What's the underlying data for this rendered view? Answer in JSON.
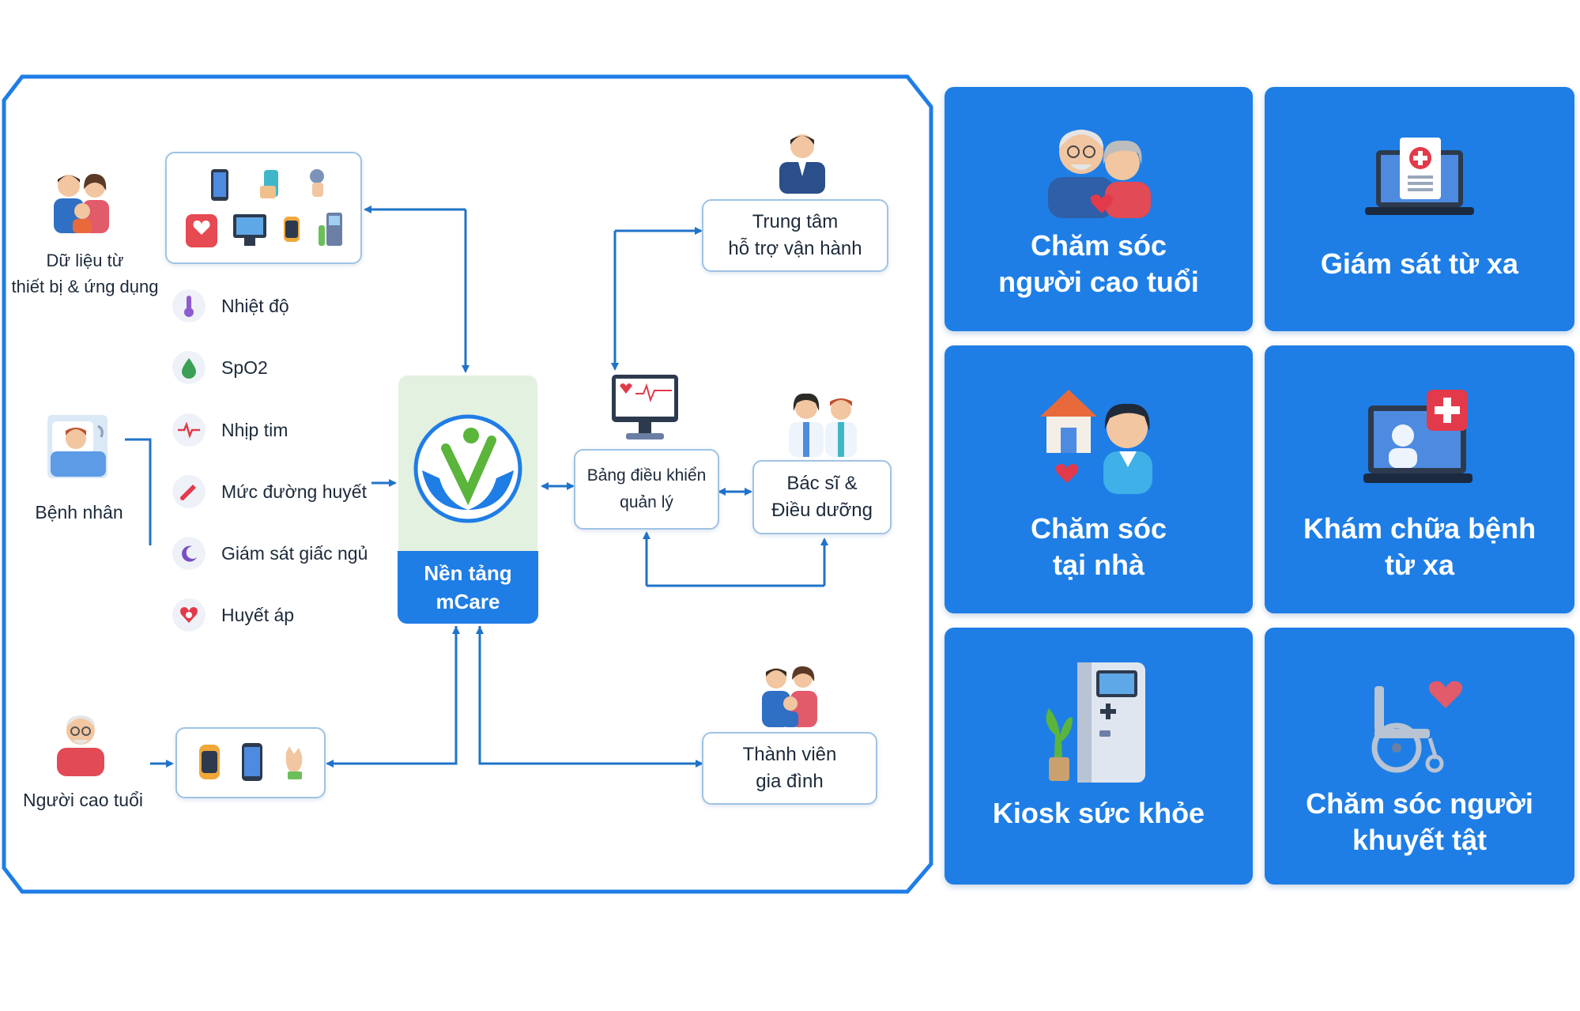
{
  "left_panel": {
    "device_data_label": "Dữ liệu từ\nthiết bị & ứng dụng",
    "patient_label": "Bệnh nhân",
    "elderly_label": "Người cao tuổi",
    "metrics": [
      {
        "label": "Nhiệt độ",
        "icon": "thermometer-icon"
      },
      {
        "label": "SpO2",
        "icon": "drop-icon"
      },
      {
        "label": "Nhịp tim",
        "icon": "heartbeat-icon"
      },
      {
        "label": "Mức đường huyết",
        "icon": "glucose-pen-icon"
      },
      {
        "label": "Giám sát giấc ngủ",
        "icon": "moon-icon"
      },
      {
        "label": "Huyết áp",
        "icon": "blood-pressure-icon"
      }
    ],
    "platform": {
      "line1": "Nền tảng",
      "line2": "mCare"
    },
    "ops_center": {
      "line1": "Trung tâm",
      "line2": "hỗ trợ vận hành"
    },
    "dashboard": {
      "line1": "Bảng điều khiển",
      "line2": "quản lý"
    },
    "doctors": {
      "line1": "Bác sĩ &",
      "line2": "Điều dưỡng"
    },
    "family": {
      "line1": "Thành viên",
      "line2": "gia đình"
    }
  },
  "services": [
    {
      "line1": "Chăm sóc",
      "line2": "người cao tuổi",
      "icon": "elderly-couple-icon"
    },
    {
      "line1": "Giám sát từ xa",
      "line2": "",
      "icon": "laptop-medical-icon"
    },
    {
      "line1": "Chăm sóc",
      "line2": "tại nhà",
      "icon": "home-nurse-icon"
    },
    {
      "line1": "Khám chữa bệnh",
      "line2": "từ xa",
      "icon": "telemedicine-icon"
    },
    {
      "line1": "Kiosk sức khỏe",
      "line2": "",
      "icon": "health-kiosk-icon"
    },
    {
      "line1": "Chăm sóc người",
      "line2": "khuyết tật",
      "icon": "wheelchair-icon"
    }
  ],
  "colors": {
    "primary_blue": "#1e7ee6",
    "frame_blue": "#1f7de6",
    "connector_blue": "#1f73c8",
    "platform_green": "#e3f1e0"
  }
}
